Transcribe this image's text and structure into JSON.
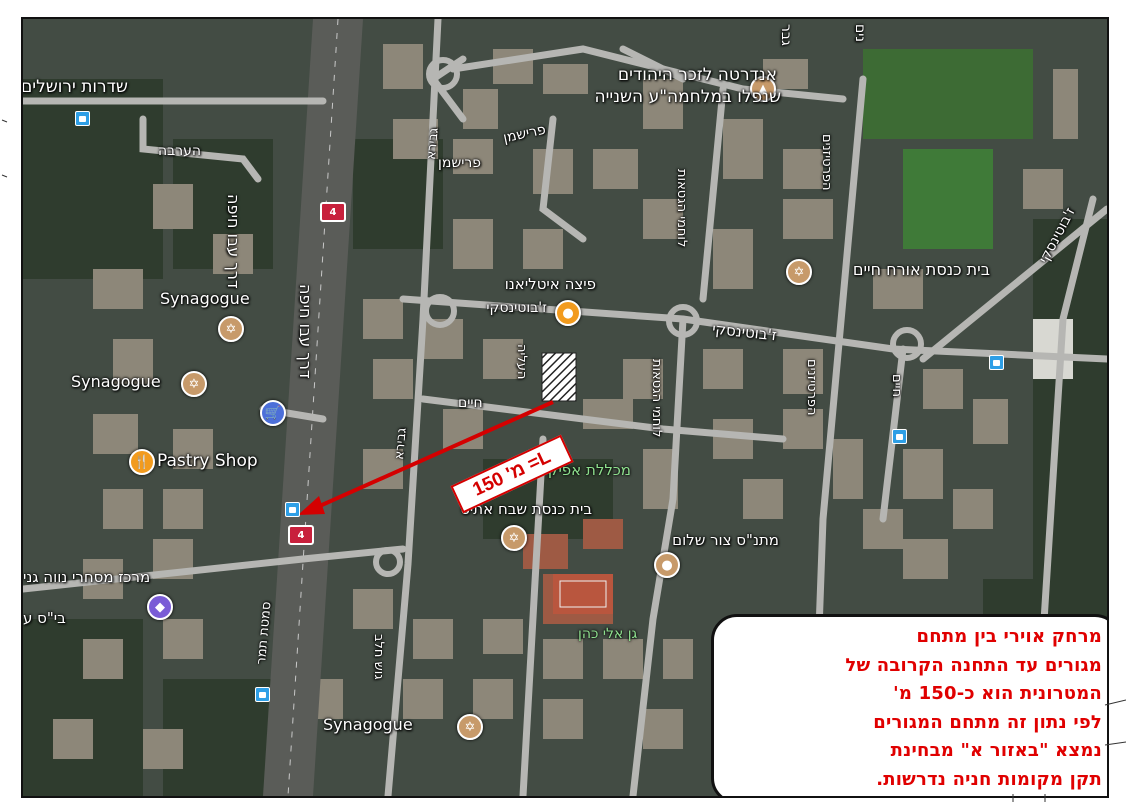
{
  "map": {
    "labels": {
      "memorial": "אנדרטה לזכר היהודים",
      "memorial_2": "שנפלו במלחמה\"ע השנייה",
      "blvd_jerusalem": "שדרות ירושלים",
      "haarava": "הערבה",
      "derech_haifa_rot": "דרך עבו חיפה",
      "derech_haifa": "דרך עבו חיפה",
      "synagogue_1": "Synagogue",
      "synagogue_2": "Synagogue",
      "synagogue_3": "Synagogue",
      "pastry": "Pastry Shop",
      "pizza": "פיצה איטליאנו",
      "zhabotinsky_1": "ז'בוטינסקי",
      "zhabotinsky_2": "ז'בוטינסקי",
      "zhabotinsky_3": "ז'בוטינסקי",
      "prishman_1": "פרישמן",
      "prishman_2": "פרישמן",
      "gvira_1": "גבירא",
      "gvira_2": "גבירא",
      "haalia": "העליה",
      "chaim_1": "חיים",
      "chaim_2": "חיים",
      "lochamei_1": "לוחמי הגטאות",
      "lochamei_2": "לוחמי הגטאות",
      "hapartizanim_1": "הפרטיזנים",
      "hapartizanim_2": "הפרטיזנים",
      "beit_knesset_orech": "בית כנסת אורח חיים",
      "michlelet": "מכללת אפיק",
      "beit_knesset_shevah": "בית כנסת שבח אתיס",
      "matnas": "מתנ\"ס צור שלום",
      "merkaz": "מרכז מסחרי נווה גני",
      "beis": "בי\"ס ע",
      "gesher": "גוש חלב",
      "gan": "גן אלי כהן",
      "samtat": "סמטת תמר",
      "top_1": "גבר",
      "top_2": "נים"
    },
    "route_number": "4",
    "distance_label": "L= מ' 150",
    "colors": {
      "arrow": "#d40000",
      "info_text": "#e00000",
      "info_border": "#111111"
    }
  },
  "info_box": {
    "lines": [
      "מרחק אוירי בין מתחם",
      "מגורים עד התחנה הקרובה של",
      "המטרונית הוא כ-150 מ'",
      "לפי נתון זה מתחם המגורים",
      "נמצא  \"באזור א\" מבחינת",
      "תקן מקומות חניה נדרשות."
    ]
  }
}
